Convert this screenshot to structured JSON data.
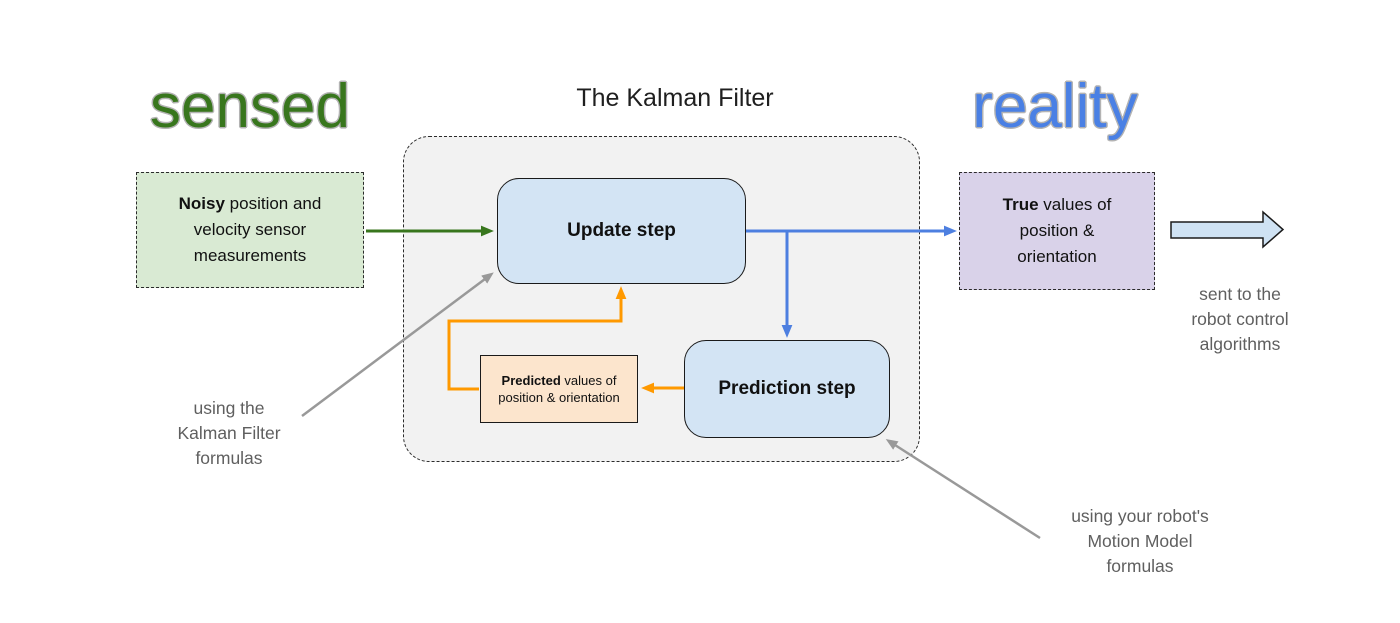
{
  "headings": {
    "sensed": "sensed",
    "center": "The Kalman Filter",
    "reality": "reality"
  },
  "boxes": {
    "noisy": {
      "bold": "Noisy",
      "rest": " position and velocity sensor measurements"
    },
    "update": {
      "label": "Update step"
    },
    "prediction": {
      "label": "Prediction step"
    },
    "predicted": {
      "bold": "Predicted",
      "rest": " values of position & orientation"
    },
    "true_values": {
      "bold": "True",
      "rest": " values of position & orientation"
    }
  },
  "annotations": {
    "kalman_formulas": {
      "lines": [
        "using the",
        "Kalman Filter",
        "formulas"
      ]
    },
    "motion_model": {
      "lines": [
        "using your robot's",
        "Motion Model",
        "formulas"
      ]
    },
    "sent_to": {
      "lines": [
        "sent to the",
        "robot control",
        "algorithms"
      ]
    }
  },
  "colors": {
    "sensed_heading": "#38761d",
    "reality_heading": "#4a80e4",
    "noisy_box_fill": "#d9ead3",
    "step_box_fill": "#d3e4f4",
    "predicted_box_fill": "#fce5cd",
    "true_box_fill": "#d9d2e9",
    "container_fill": "#f2f2f2",
    "green_arrow": "#38761d",
    "blue_arrow": "#4d7fe0",
    "orange_arrow": "#ff9900",
    "gray_arrow": "#999999",
    "annotation_text": "#5f5f5f"
  }
}
